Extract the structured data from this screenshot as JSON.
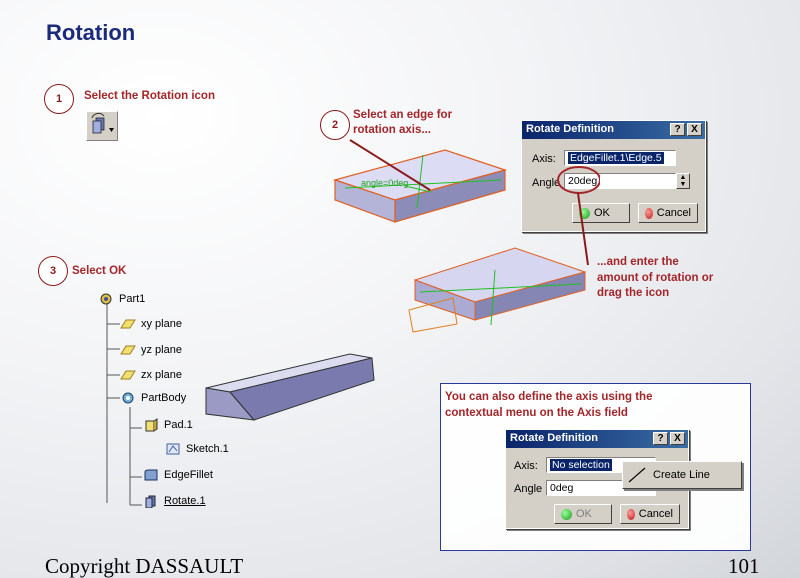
{
  "title": "Rotation",
  "step1": {
    "number": "1",
    "label": "Select the Rotation icon"
  },
  "step2": {
    "number": "2",
    "label_line1": "Select an edge for",
    "label_line2": "rotation axis..."
  },
  "step3": {
    "number": "3",
    "label": "Select OK"
  },
  "note_enter": {
    "line1": "...and enter the",
    "line2": "amount of rotation or",
    "line3": "drag the icon"
  },
  "dialog1": {
    "title": "Rotate Definition",
    "help_btn": "?",
    "close_btn": "X",
    "axis_label": "Axis:",
    "axis_value": "EdgeFillet.1\\Edge.5",
    "angle_label": "Angle",
    "angle_value": "20deg",
    "ok_label": "OK",
    "cancel_label": "Cancel"
  },
  "model_label": "angle=0deg",
  "tree": {
    "part": "Part1",
    "xy": "xy plane",
    "yz": "yz plane",
    "zx": "zx plane",
    "body": "PartBody",
    "pad": "Pad.1",
    "sketch": "Sketch.1",
    "fillet": "EdgeFillet",
    "rotate": "Rotate.1"
  },
  "callout": {
    "line1": "You can also define the axis using the",
    "line2": "contextual menu on the Axis field"
  },
  "dialog2": {
    "title": "Rotate Definition",
    "help_btn": "?",
    "close_btn": "X",
    "axis_label": "Axis:",
    "axis_value": "No selection",
    "angle_label": "Angle",
    "angle_value": "0deg",
    "ok_label": "OK",
    "cancel_label": "Cancel",
    "context_item": "Create Line"
  },
  "footer": {
    "copyright": "Copyright DASSAULT",
    "page": "101"
  },
  "colors": {
    "title": "#1b2a7a",
    "annotation": "#a3262a",
    "dialog_title": "#0a246a"
  }
}
